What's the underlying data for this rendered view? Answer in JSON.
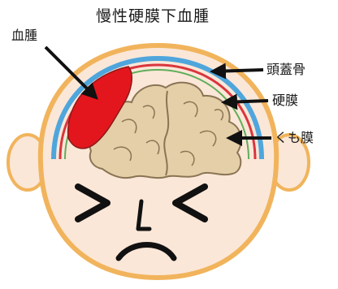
{
  "title": "慢性硬膜下血腫",
  "labels": {
    "hematoma": "血腫",
    "skull": "頭蓋骨",
    "dura": "硬膜",
    "arachnoid": "くも膜"
  },
  "colors": {
    "skin": "#fbe7d8",
    "skin_outline": "#f1b45c",
    "skull": "#4fa6dc",
    "dura": "#d9363e",
    "arachnoid": "#5fae5a",
    "hematoma": "#e3161d",
    "brain": "#e4cfa8",
    "brain_outline": "#8a7454",
    "arrow": "#111111",
    "face_lines": "#111111"
  },
  "icons": {
    "left_eye": "squint-eye-greater-than",
    "right_eye": "squint-eye-less-than",
    "nose": "nose-line",
    "mouth": "frown-mouth"
  }
}
